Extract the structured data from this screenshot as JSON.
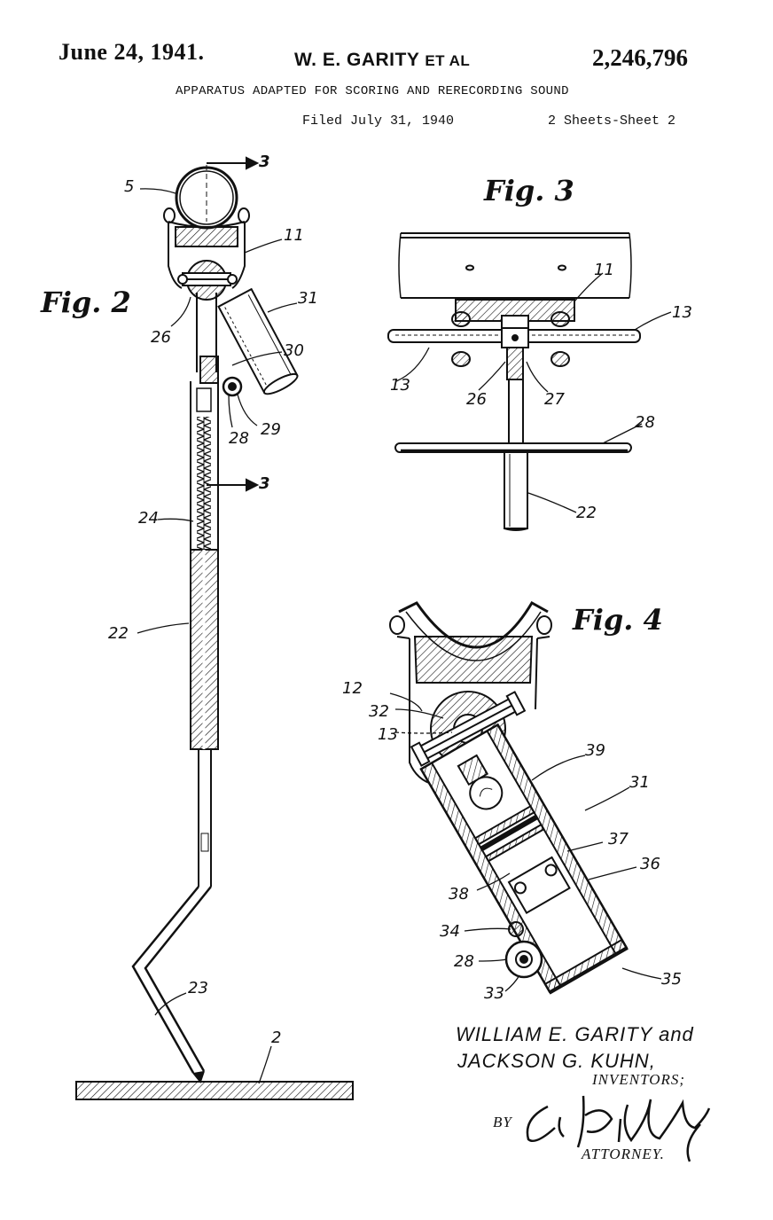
{
  "header": {
    "date": "June 24, 1941.",
    "inventor": "W. E. GARITY",
    "inventor_suffix": "ET AL",
    "patent_number": "2,246,796",
    "title": "APPARATUS ADAPTED FOR SCORING AND RERECORDING SOUND",
    "filed": "Filed July 31, 1940",
    "sheets": "2 Sheets-Sheet 2"
  },
  "figures": {
    "fig2": {
      "label": "Fig. 2",
      "section_marks": [
        "3",
        "3"
      ],
      "refs": [
        "5",
        "11",
        "31",
        "26",
        "30",
        "28",
        "29",
        "24",
        "22",
        "23",
        "2"
      ]
    },
    "fig3": {
      "label": "Fig. 3",
      "refs": [
        "11",
        "13",
        "13",
        "26",
        "27",
        "28",
        "22"
      ]
    },
    "fig4": {
      "label": "Fig. 4",
      "refs": [
        "12",
        "32",
        "13",
        "39",
        "31",
        "37",
        "36",
        "38",
        "34",
        "28",
        "33",
        "35"
      ]
    }
  },
  "signature": {
    "inventor_line1": "WILLIAM E. GARITY and",
    "inventor_line2": "JACKSON G. KUHN,",
    "inventors_label": "INVENTORS;",
    "by_label": "BY",
    "attorney_signature": "C.A. Nickelly",
    "attorney_label": "ATTORNEY."
  }
}
